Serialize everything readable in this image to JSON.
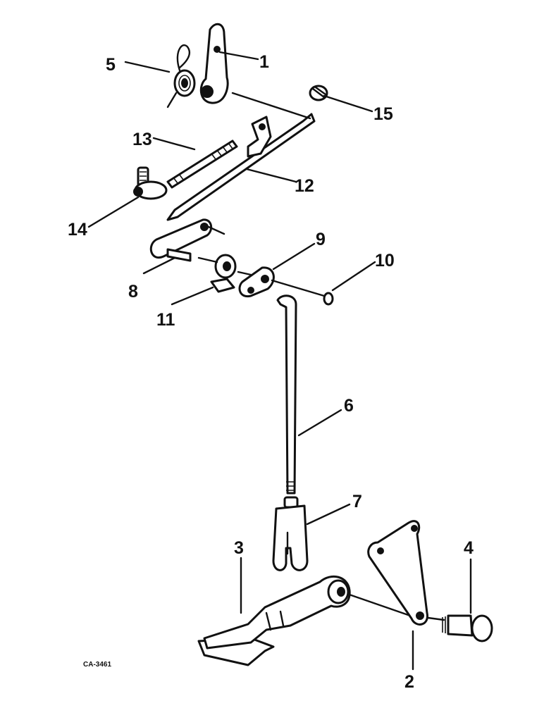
{
  "diagram": {
    "callouts": [
      "1",
      "2",
      "3",
      "4",
      "5",
      "6",
      "7",
      "8",
      "9",
      "10",
      "11",
      "12",
      "13",
      "14",
      "15"
    ],
    "figure_code": "CA-3461"
  }
}
